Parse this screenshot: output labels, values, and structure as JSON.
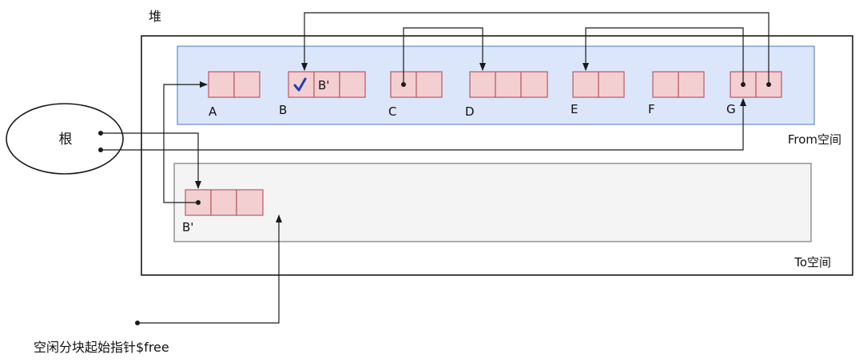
{
  "heap": {
    "label": "堆"
  },
  "root": {
    "label": "根"
  },
  "from_space": {
    "label": "From空间"
  },
  "to_space": {
    "label": "To空间"
  },
  "free_pointer": {
    "label": "空闲分块起始指针$free"
  },
  "objects": {
    "a": {
      "label": "A"
    },
    "b": {
      "label": "B",
      "forward_label": "B'",
      "mark": "✓"
    },
    "c": {
      "label": "C"
    },
    "d": {
      "label": "D"
    },
    "e": {
      "label": "E"
    },
    "f": {
      "label": "F"
    },
    "g": {
      "label": "G"
    },
    "b_copy": {
      "label": "B'"
    }
  },
  "colors": {
    "heap_border": "#1a1a1a",
    "from_fill": "#dbe6fb",
    "from_border": "#7c98d2",
    "to_fill": "#f4f4f4",
    "to_border": "#8c8c8c",
    "cell_fill": "#f3cfd1",
    "cell_border": "#b75a62",
    "line": "#1a1a1a",
    "check": "#1f3fb5"
  }
}
